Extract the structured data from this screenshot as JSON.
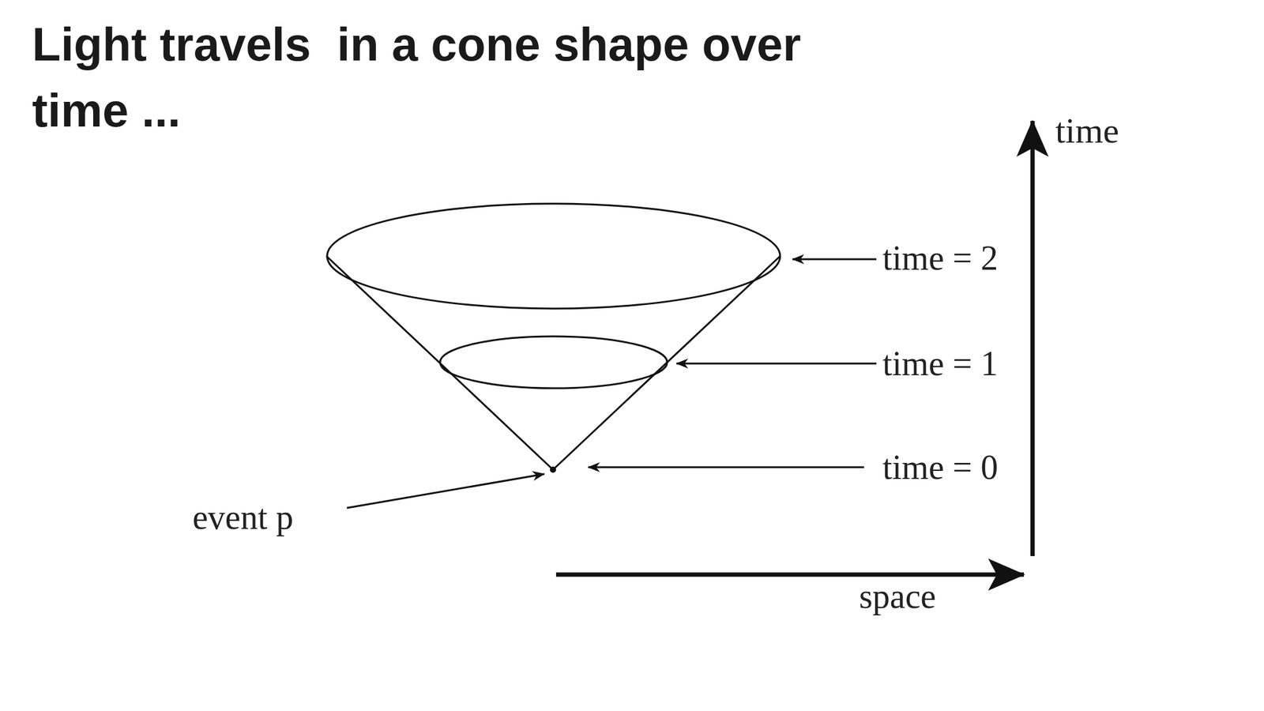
{
  "diagram": {
    "title": "Light travels  in a cone shape over time ...",
    "labels": [
      "time",
      "time = 2",
      "time = 1",
      "time = 0",
      "event p",
      "space"
    ]
  }
}
